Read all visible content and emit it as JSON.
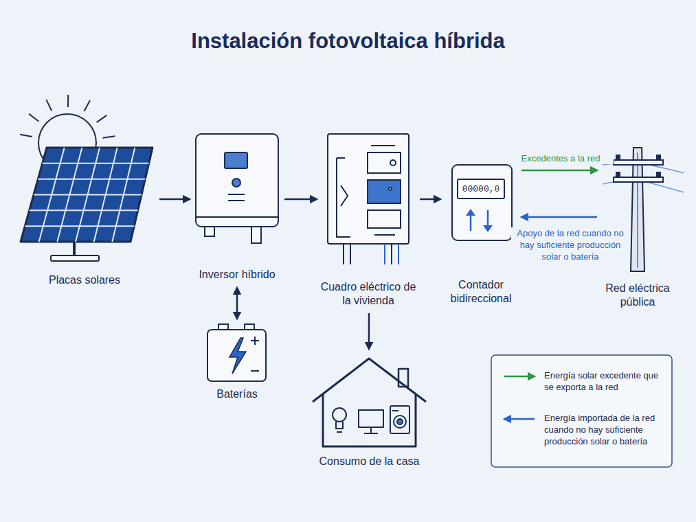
{
  "diagram": {
    "title": "Instalación fotovoltaica híbrida",
    "nodes": [
      {
        "text": [
          "Placas solares"
        ]
      },
      {
        "text": [
          "Inversor híbrido"
        ]
      },
      {
        "text": [
          "Baterías"
        ]
      },
      {
        "text": [
          "Cuadro eléctrico de la vivienda"
        ]
      },
      {
        "text": [
          "Consumo de la casa"
        ]
      },
      {
        "text": [
          "00000,0",
          "Contador bidireccional"
        ]
      },
      {
        "text": [
          "Red eléctrica pública"
        ]
      }
    ],
    "edges": [
      {
        "from": 0,
        "to": 1,
        "arrow": "to"
      },
      {
        "from": 1,
        "to": 2,
        "arrow": "both"
      },
      {
        "from": 1,
        "to": 3,
        "arrow": "to"
      },
      {
        "from": 3,
        "to": 5,
        "arrow": "to"
      },
      {
        "from": 3,
        "to": 4,
        "arrow": "to"
      },
      {
        "from": 5,
        "to": 6,
        "label": "Excedentes a la red",
        "arrow": "to"
      },
      {
        "from": 6,
        "to": 5,
        "label": "Apoyo de la red cuando no hay suficiente producción solar o batería",
        "arrow": "to"
      }
    ],
    "legend": [
      {
        "text": "Energía solar excedente que se exporta a la red"
      },
      {
        "text": "Energía importada de la red cuando no hay suficiente producción solar o batería"
      }
    ]
  }
}
